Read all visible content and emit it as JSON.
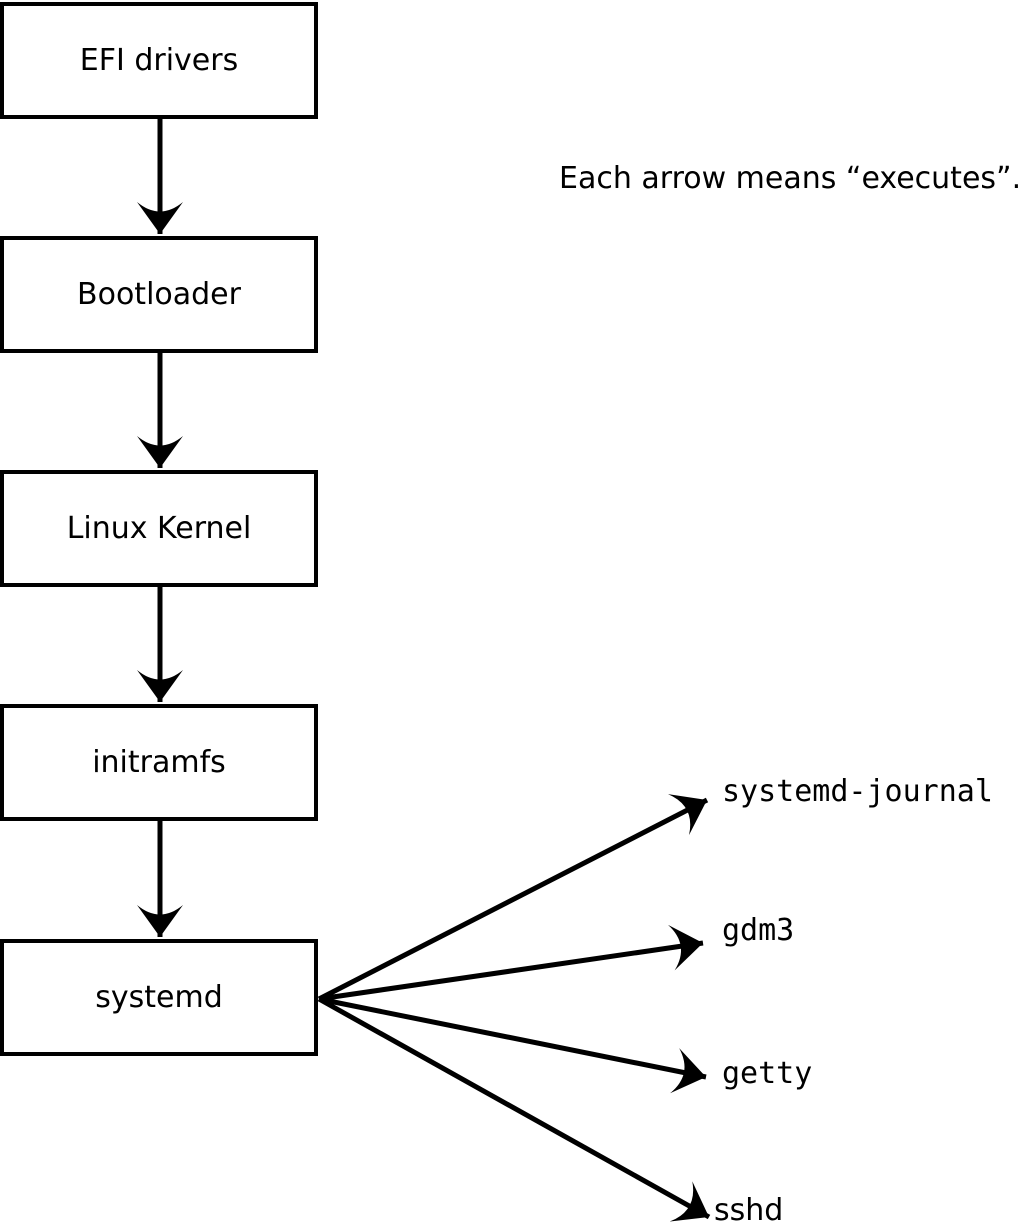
{
  "caption": "Each arrow means “executes”.",
  "arrow_meaning": "executes",
  "chain": [
    {
      "label": "EFI drivers"
    },
    {
      "label": "Bootloader"
    },
    {
      "label": "Linux Kernel"
    },
    {
      "label": "initramfs"
    },
    {
      "label": "systemd"
    }
  ],
  "services": [
    {
      "label": "systemd-journal"
    },
    {
      "label": "gdm3"
    },
    {
      "label": "getty"
    },
    {
      "label": "sshd"
    }
  ],
  "edges": [
    {
      "from": "EFI drivers",
      "to": "Bootloader",
      "relation": "executes"
    },
    {
      "from": "Bootloader",
      "to": "Linux Kernel",
      "relation": "executes"
    },
    {
      "from": "Linux Kernel",
      "to": "initramfs",
      "relation": "executes"
    },
    {
      "from": "initramfs",
      "to": "systemd",
      "relation": "executes"
    },
    {
      "from": "systemd",
      "to": "systemd-journal",
      "relation": "executes"
    },
    {
      "from": "systemd",
      "to": "gdm3",
      "relation": "executes"
    },
    {
      "from": "systemd",
      "to": "getty",
      "relation": "executes"
    },
    {
      "from": "systemd",
      "to": "sshd",
      "relation": "executes"
    }
  ],
  "colors": {
    "background": "#ffffff",
    "stroke": "#000000",
    "box_fill": "#ffffff",
    "text": "#000000"
  }
}
